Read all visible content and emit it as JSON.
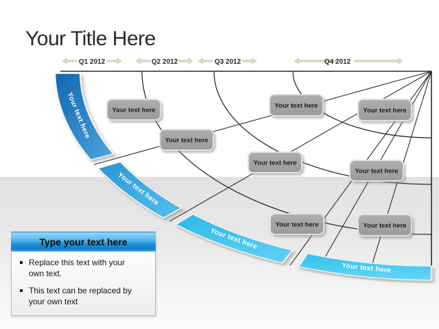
{
  "title": "Your Title Here",
  "timeline": {
    "quarters": [
      {
        "label": "Q1 2012"
      },
      {
        "label": "Q2 2012"
      },
      {
        "label": "Q3 2012"
      },
      {
        "label": "Q4 2012"
      }
    ]
  },
  "fan": {
    "segments": [
      {
        "label": "Your text here"
      },
      {
        "label": "Your text here"
      },
      {
        "label": "Your text here"
      },
      {
        "label": "Your text here"
      }
    ],
    "boxes": [
      {
        "label": "Your text here"
      },
      {
        "label": "Your text here"
      },
      {
        "label": "Your text here"
      },
      {
        "label": "Your text here"
      },
      {
        "label": "Your text here"
      },
      {
        "label": "Your text here"
      },
      {
        "label": "Your text here"
      },
      {
        "label": "Your text here"
      }
    ]
  },
  "callout": {
    "header": "Type your text here",
    "bullets": [
      {
        "text": "Replace this text with your own text."
      },
      {
        "text": "This text can be replaced by your own text"
      }
    ]
  },
  "colors": {
    "arrow": "#ddd6c0",
    "segment_gradients": [
      [
        "#1565ae",
        "#4aa6e0"
      ],
      [
        "#2b95d0",
        "#55c0ec"
      ],
      [
        "#2db9e8",
        "#5bcdf2"
      ],
      [
        "#35c0ec",
        "#63d6f6"
      ]
    ],
    "band_label": "#ffffff",
    "box": [
      "#aeaeae",
      "#9a9a9a"
    ],
    "box_border": "#e0e0e0",
    "callout_header_top": "#96d7f8",
    "callout_header_mid": "#1f8cd6",
    "callout_header_bottom": "#47a9e2",
    "callout_header_border": "#2f7fc0"
  }
}
